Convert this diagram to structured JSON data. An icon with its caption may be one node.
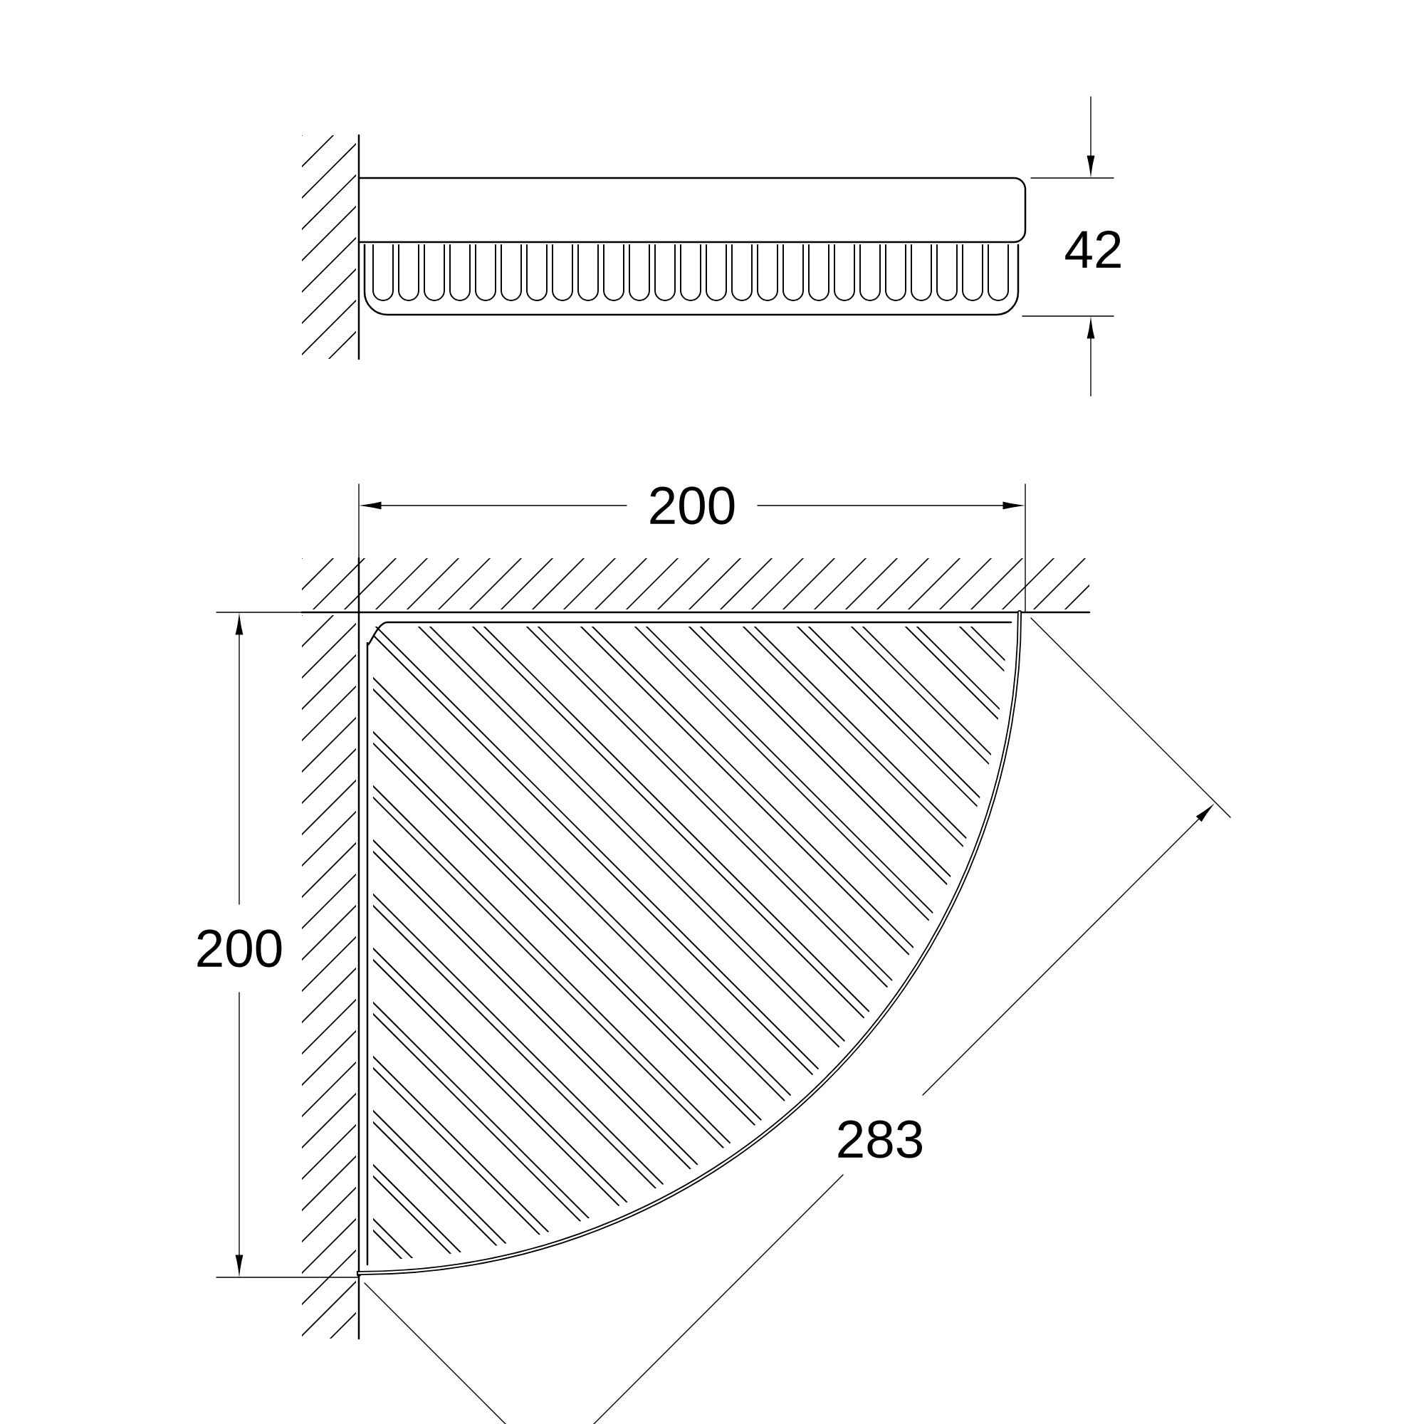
{
  "diagram": {
    "labels": [
      "42",
      "200",
      "200",
      "283"
    ]
  }
}
